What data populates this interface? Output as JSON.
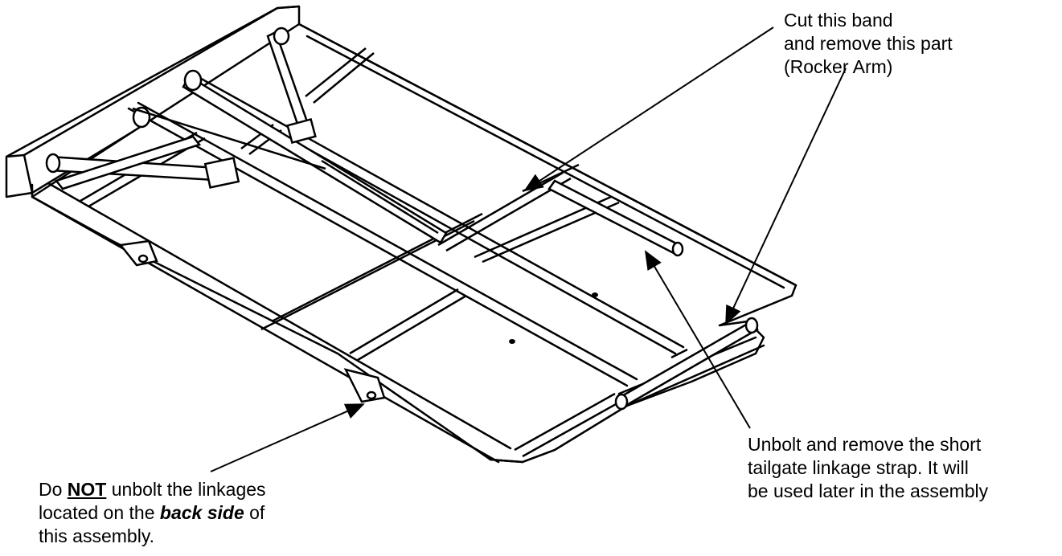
{
  "callouts": {
    "cut_band": {
      "lines": [
        "Cut this band",
        "and remove this part",
        "(Rocker Arm)"
      ]
    },
    "unbolt_strap": {
      "lines": [
        "Unbolt and remove the short",
        "tailgate linkage strap. It will",
        "be used later in the assembly"
      ]
    },
    "do_not_unbolt": {
      "line1_prefix": "Do ",
      "line1_emph": "NOT",
      "line1_suffix": " unbolt the linkages",
      "line2_prefix": "located on the ",
      "line2_emph": "back side",
      "line2_suffix": " of",
      "line3": "this assembly."
    }
  }
}
